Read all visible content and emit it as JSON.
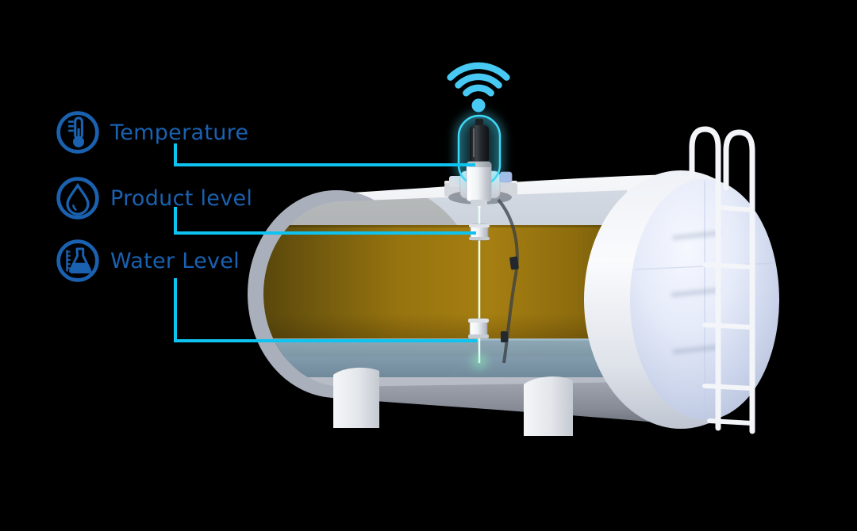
{
  "legend": {
    "items": [
      {
        "id": "temperature",
        "label": "Temperature",
        "icon": "thermometer-icon"
      },
      {
        "id": "product-level",
        "label": "Product level",
        "icon": "droplet-icon"
      },
      {
        "id": "water-level",
        "label": "Water Level",
        "icon": "flask-icon"
      }
    ]
  },
  "illustration": {
    "wifi_icon": "wifi-signal-icon",
    "objects": [
      "storage-tank-cutaway",
      "sensor-probe",
      "sensor-head",
      "tank-ladder",
      "tank-legs",
      "product-fill",
      "water-layer"
    ]
  },
  "colors": {
    "background": "#000000",
    "label_blue": "#1a61b0",
    "callout_cyan": "#0fc3f0",
    "wifi_cyan": "#47c9f4",
    "glow_cyan": "#3ed9f7",
    "probe_green": "#7dffa8",
    "product_amber": "#9a7610",
    "water_blue": "#7f9aaf",
    "tank_white": "#e9ebee"
  }
}
